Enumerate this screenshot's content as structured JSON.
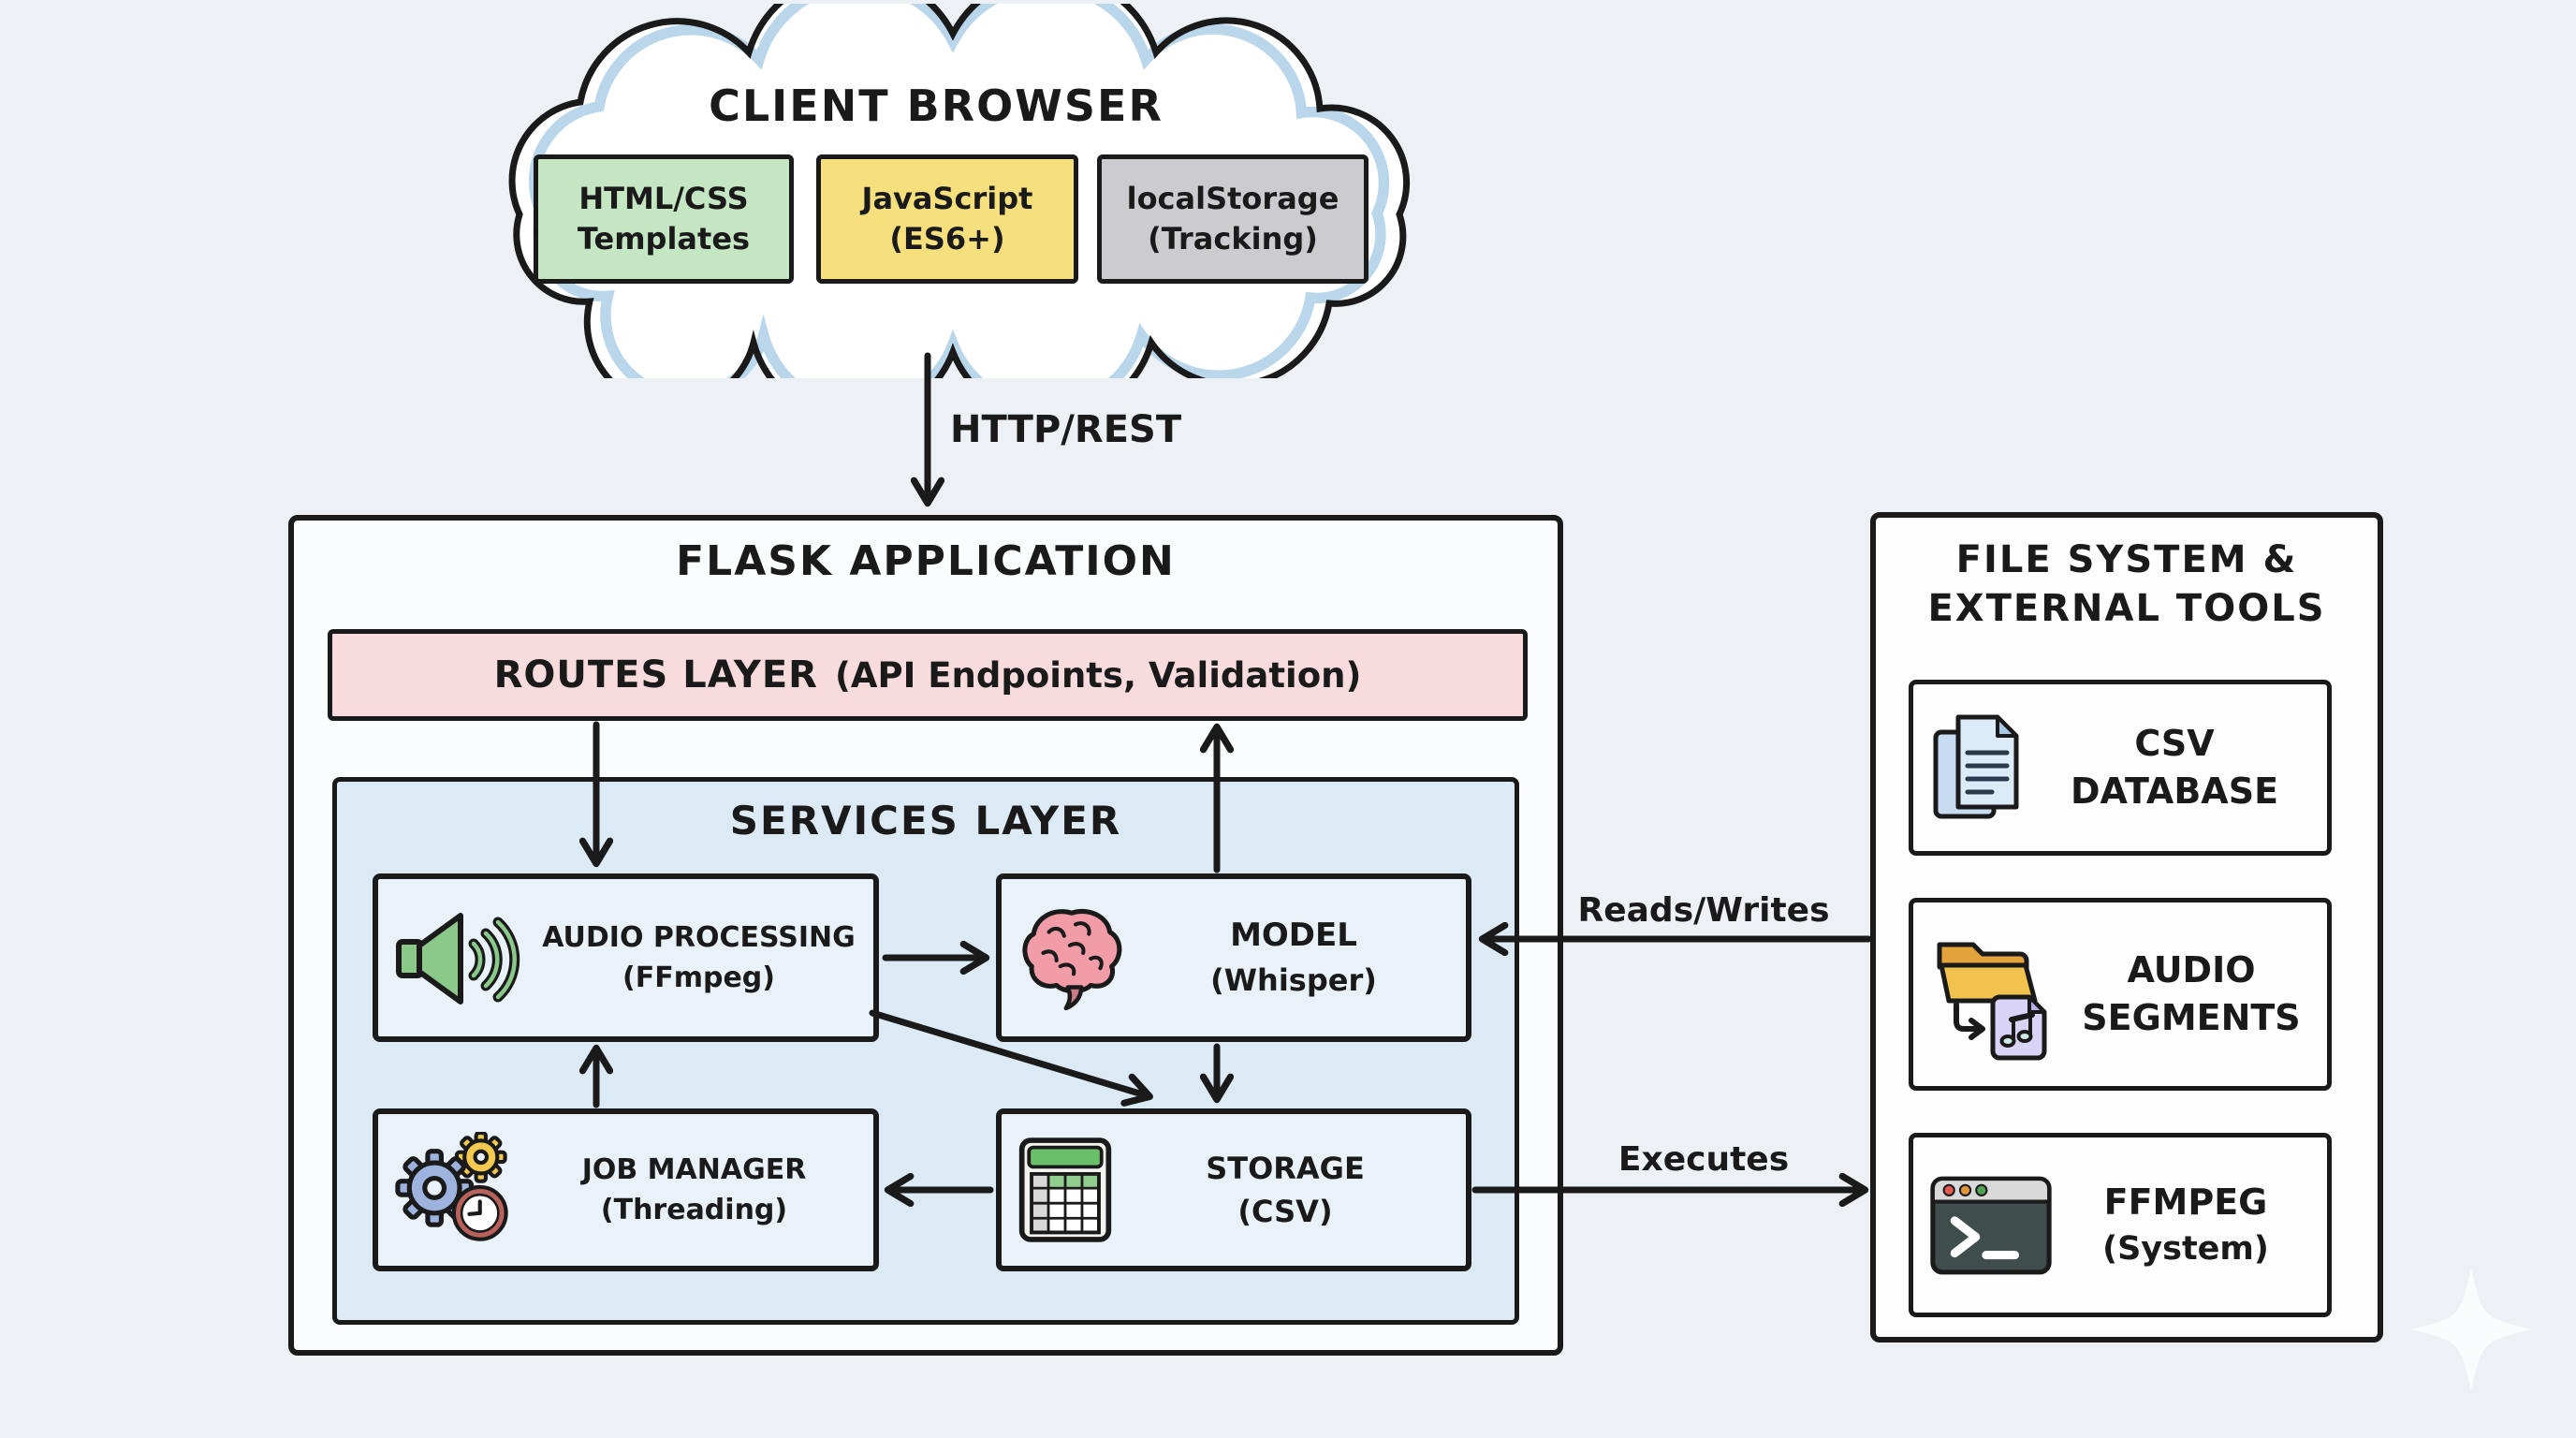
{
  "colors": {
    "bg": "#edf1f6",
    "ink": "#1a1a1a",
    "cloud_blue": "#b9d6ea",
    "box_green": "#c5e6c2",
    "box_yellow": "#f6e07e",
    "box_gray": "#cbcbd0",
    "routes_pink": "#f7dbdd",
    "services_blue": "#dceaf5",
    "service_box_blue": "#e9f2f9",
    "panel_white": "#fdfdfe"
  },
  "cloud": {
    "title": "CLIENT BROWSER",
    "boxes": [
      {
        "line1": "HTML/CSS",
        "line2": "Templates",
        "icon": "none"
      },
      {
        "line1": "JavaScript",
        "line2": "(ES6+)",
        "icon": "none"
      },
      {
        "line1": "localStorage",
        "line2": "(Tracking)",
        "icon": "none"
      }
    ]
  },
  "edges": {
    "http": "HTTP/REST",
    "reads_writes": "Reads/Writes",
    "executes": "Executes"
  },
  "flask": {
    "title": "FLASK APPLICATION",
    "routes": {
      "title": "ROUTES LAYER",
      "subtitle": "(API Endpoints, Validation)"
    },
    "services": {
      "title": "SERVICES LAYER",
      "audio": {
        "line1": "AUDIO PROCESSING",
        "line2": "(FFmpeg)",
        "icon": "speaker-icon"
      },
      "model": {
        "line1": "MODEL",
        "line2": "(Whisper)",
        "icon": "brain-icon"
      },
      "job": {
        "line1": "JOB MANAGER",
        "line2": "(Threading)",
        "icon": "gears-clock-icon"
      },
      "storage": {
        "line1": "STORAGE",
        "line2": "(CSV)",
        "icon": "spreadsheet-icon"
      }
    }
  },
  "panel": {
    "title_line1": "FILE SYSTEM &",
    "title_line2": "EXTERNAL TOOLS",
    "csv": {
      "line1": "CSV",
      "line2": "DATABASE",
      "icon": "documents-icon"
    },
    "segments": {
      "line1": "AUDIO",
      "line2": "SEGMENTS",
      "icon": "folder-audio-icon"
    },
    "ffmpeg": {
      "line1": "FFMPEG",
      "line2": "(System)",
      "icon": "terminal-icon"
    }
  }
}
